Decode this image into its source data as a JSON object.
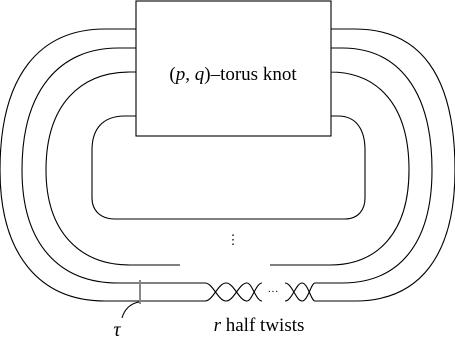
{
  "box_label": {
    "open": "(",
    "p": "p",
    "comma": ", ",
    "q": "q",
    "close": ")",
    "rest": "–torus knot"
  },
  "vertical_dots": "⋮",
  "twist_dots": "···",
  "tau_label": "τ",
  "twists_label": {
    "r": "r",
    "rest": " half twists"
  },
  "colors": {
    "ink": "#000000",
    "tangle_bar": "#888888",
    "background": "#ffffff"
  }
}
